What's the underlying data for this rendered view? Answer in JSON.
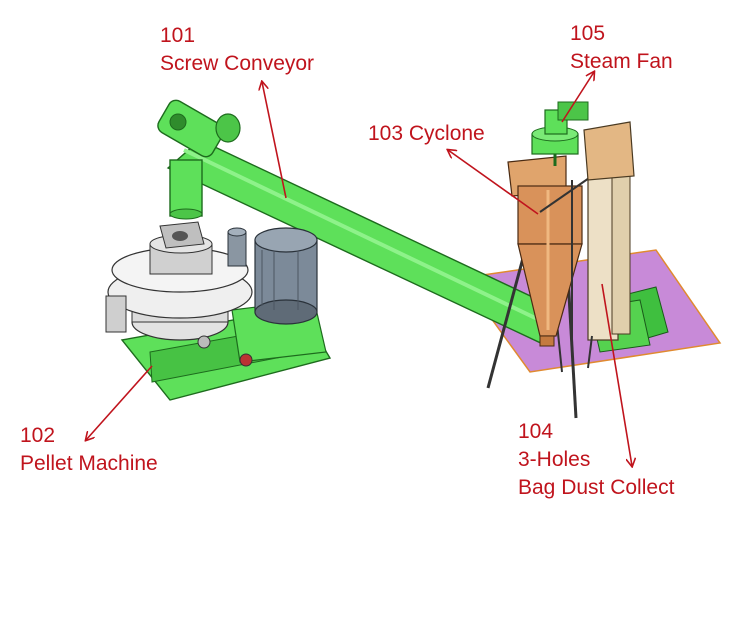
{
  "colors": {
    "label": "#c0141d",
    "conveyor": "#5ee05a",
    "machine": "#5ee05a",
    "cyclone": "#d9925a",
    "bag_filter": "#ede0c6",
    "collector": "#c88ad8"
  },
  "labels": [
    {
      "id": "101",
      "number": "101",
      "lines": [
        "Screw Conveyor"
      ]
    },
    {
      "id": "102",
      "number": "102",
      "lines": [
        "Pellet Machine"
      ]
    },
    {
      "id": "103",
      "number": "103 Cyclone",
      "lines": []
    },
    {
      "id": "104",
      "number": "104",
      "lines": [
        "3-Holes",
        "Bag Dust Collect"
      ]
    },
    {
      "id": "105",
      "number": "105",
      "lines": [
        "Steam Fan"
      ]
    }
  ]
}
